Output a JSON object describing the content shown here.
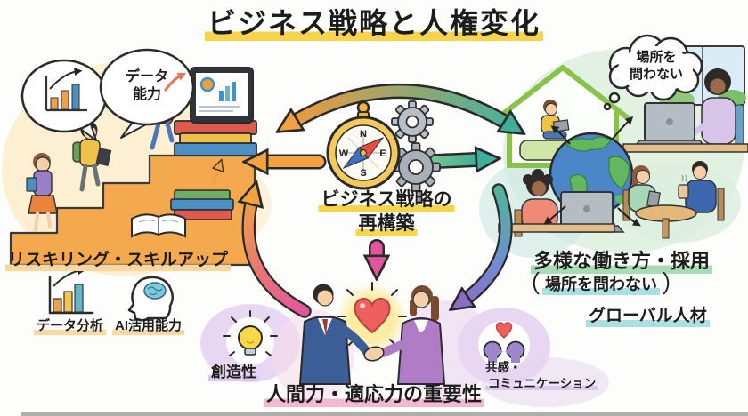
{
  "title": "ビジネス戦略と人権変化",
  "center": {
    "heading_line1": "ビジネス戦略の",
    "heading_line2": "再構築",
    "compass": {
      "n": "N",
      "e": "E",
      "s": "S",
      "w": "W"
    }
  },
  "left": {
    "bubble_line1": "データ",
    "bubble_line2": "能力",
    "heading": "リスキリング・スキルアップ",
    "skill1": "データ分析",
    "skill2": "AI活用能力"
  },
  "right": {
    "bubble_line1": "場所を",
    "bubble_line2": "問わない",
    "heading": "多様な働き方・採用",
    "sub_paren_open": "（",
    "sub_text": "場所を問わない",
    "sub_paren_close": "）",
    "sub2": "グローバル人材"
  },
  "bottom": {
    "heading": "人間力・適応力の重要性",
    "item_left": "創造性",
    "item_right_line1": "共感・",
    "item_right_line2": "コミュニケーション"
  },
  "icons": {
    "compass": "compass-icon",
    "gears": "gear-icon",
    "speech_chart": "bar-chart-icon",
    "data_analysis": "bar-chart-icon",
    "ai_skill": "head-brain-icon",
    "globe": "globe-icon",
    "house": "house-icon",
    "lightbulb": "lightbulb-icon",
    "empathy": "two-heads-heart-icon",
    "heart": "heart-icon",
    "books": "books-icon",
    "stairs": "stairs-icon"
  },
  "colors": {
    "highlight_yellow": "#f6d44c",
    "highlight_peach": "#fbd7a0",
    "highlight_green": "#a7dcb4",
    "highlight_cyan": "#abe0e0",
    "highlight_pink": "#f5b8d2",
    "highlight_purple": "#dfc8f0",
    "arrow_orange": "#f2a23f",
    "arrow_teal": "#3fae9f",
    "arrow_pink": "#e0569d",
    "arrow_purple": "#8d6cc8",
    "arrow_green": "#7cc98f"
  }
}
